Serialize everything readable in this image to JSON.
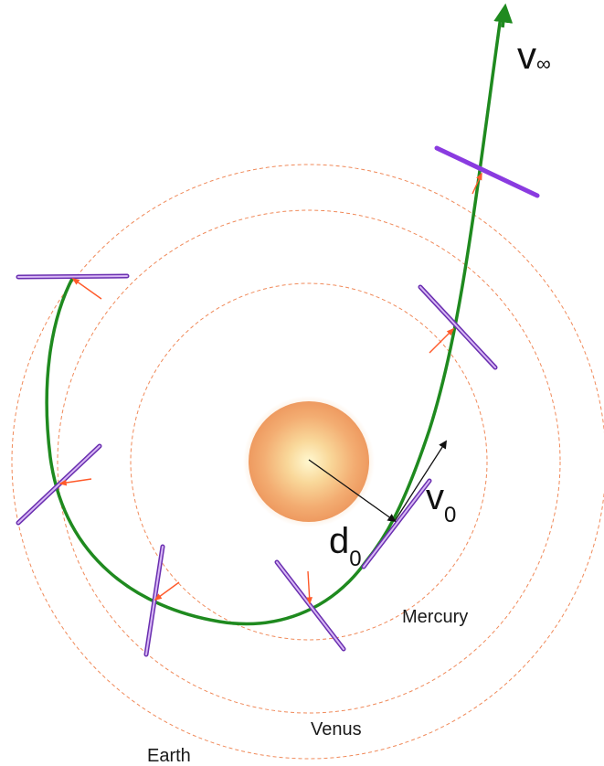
{
  "labels": {
    "v_inf": "v",
    "v_inf_sub": "∞",
    "v0": "v",
    "v0_sub": "0",
    "d0": "d",
    "d0_sub": "0",
    "mercury": "Mercury",
    "venus": "Venus",
    "earth": "Earth"
  },
  "colors": {
    "trajectory": "#1f8a1f",
    "sail": "#9b4fd6",
    "sail_outline": "#6a2fb0",
    "thrust_arrow": "#ff5a2a",
    "orbit": "#f08a5a",
    "sun_center": "#fff6c8",
    "sun_edge": "#f0a064",
    "vector": "#111111"
  }
}
